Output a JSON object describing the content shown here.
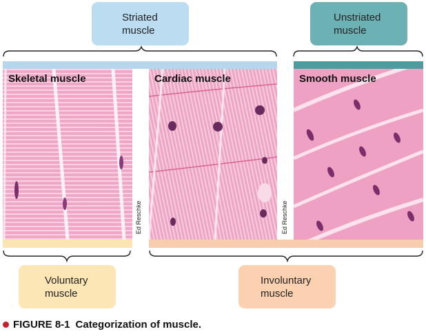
{
  "top_boxes": {
    "striated": "Striated\nmuscle",
    "unstriated": "Unstriated\nmuscle"
  },
  "bottom_boxes": {
    "voluntary": "Voluntary\nmuscle",
    "involuntary": "Involuntary\nmuscle"
  },
  "panels": {
    "skeletal": "Skeletal muscle",
    "cardiac": "Cardiac muscle",
    "smooth": "Smooth muscle"
  },
  "credits": {
    "cardiac": "Ed Reschke",
    "smooth": "Ed Reschke"
  },
  "caption": {
    "figure": "FIGURE 8-1",
    "text": "Categorization of muscle."
  },
  "colors": {
    "striated_box": "#bcdcf2",
    "striated_strip": "#b6d6ee",
    "unstriated_box": "#6cb1b4",
    "unstriated_strip": "#4e9ca0",
    "voluntary_box": "#fde6b6",
    "voluntary_strip": "#fbe5b2",
    "involuntary_box": "#fbd1b2",
    "involuntary_strip": "#f8cdae",
    "caption_dot": "#c8202a"
  }
}
